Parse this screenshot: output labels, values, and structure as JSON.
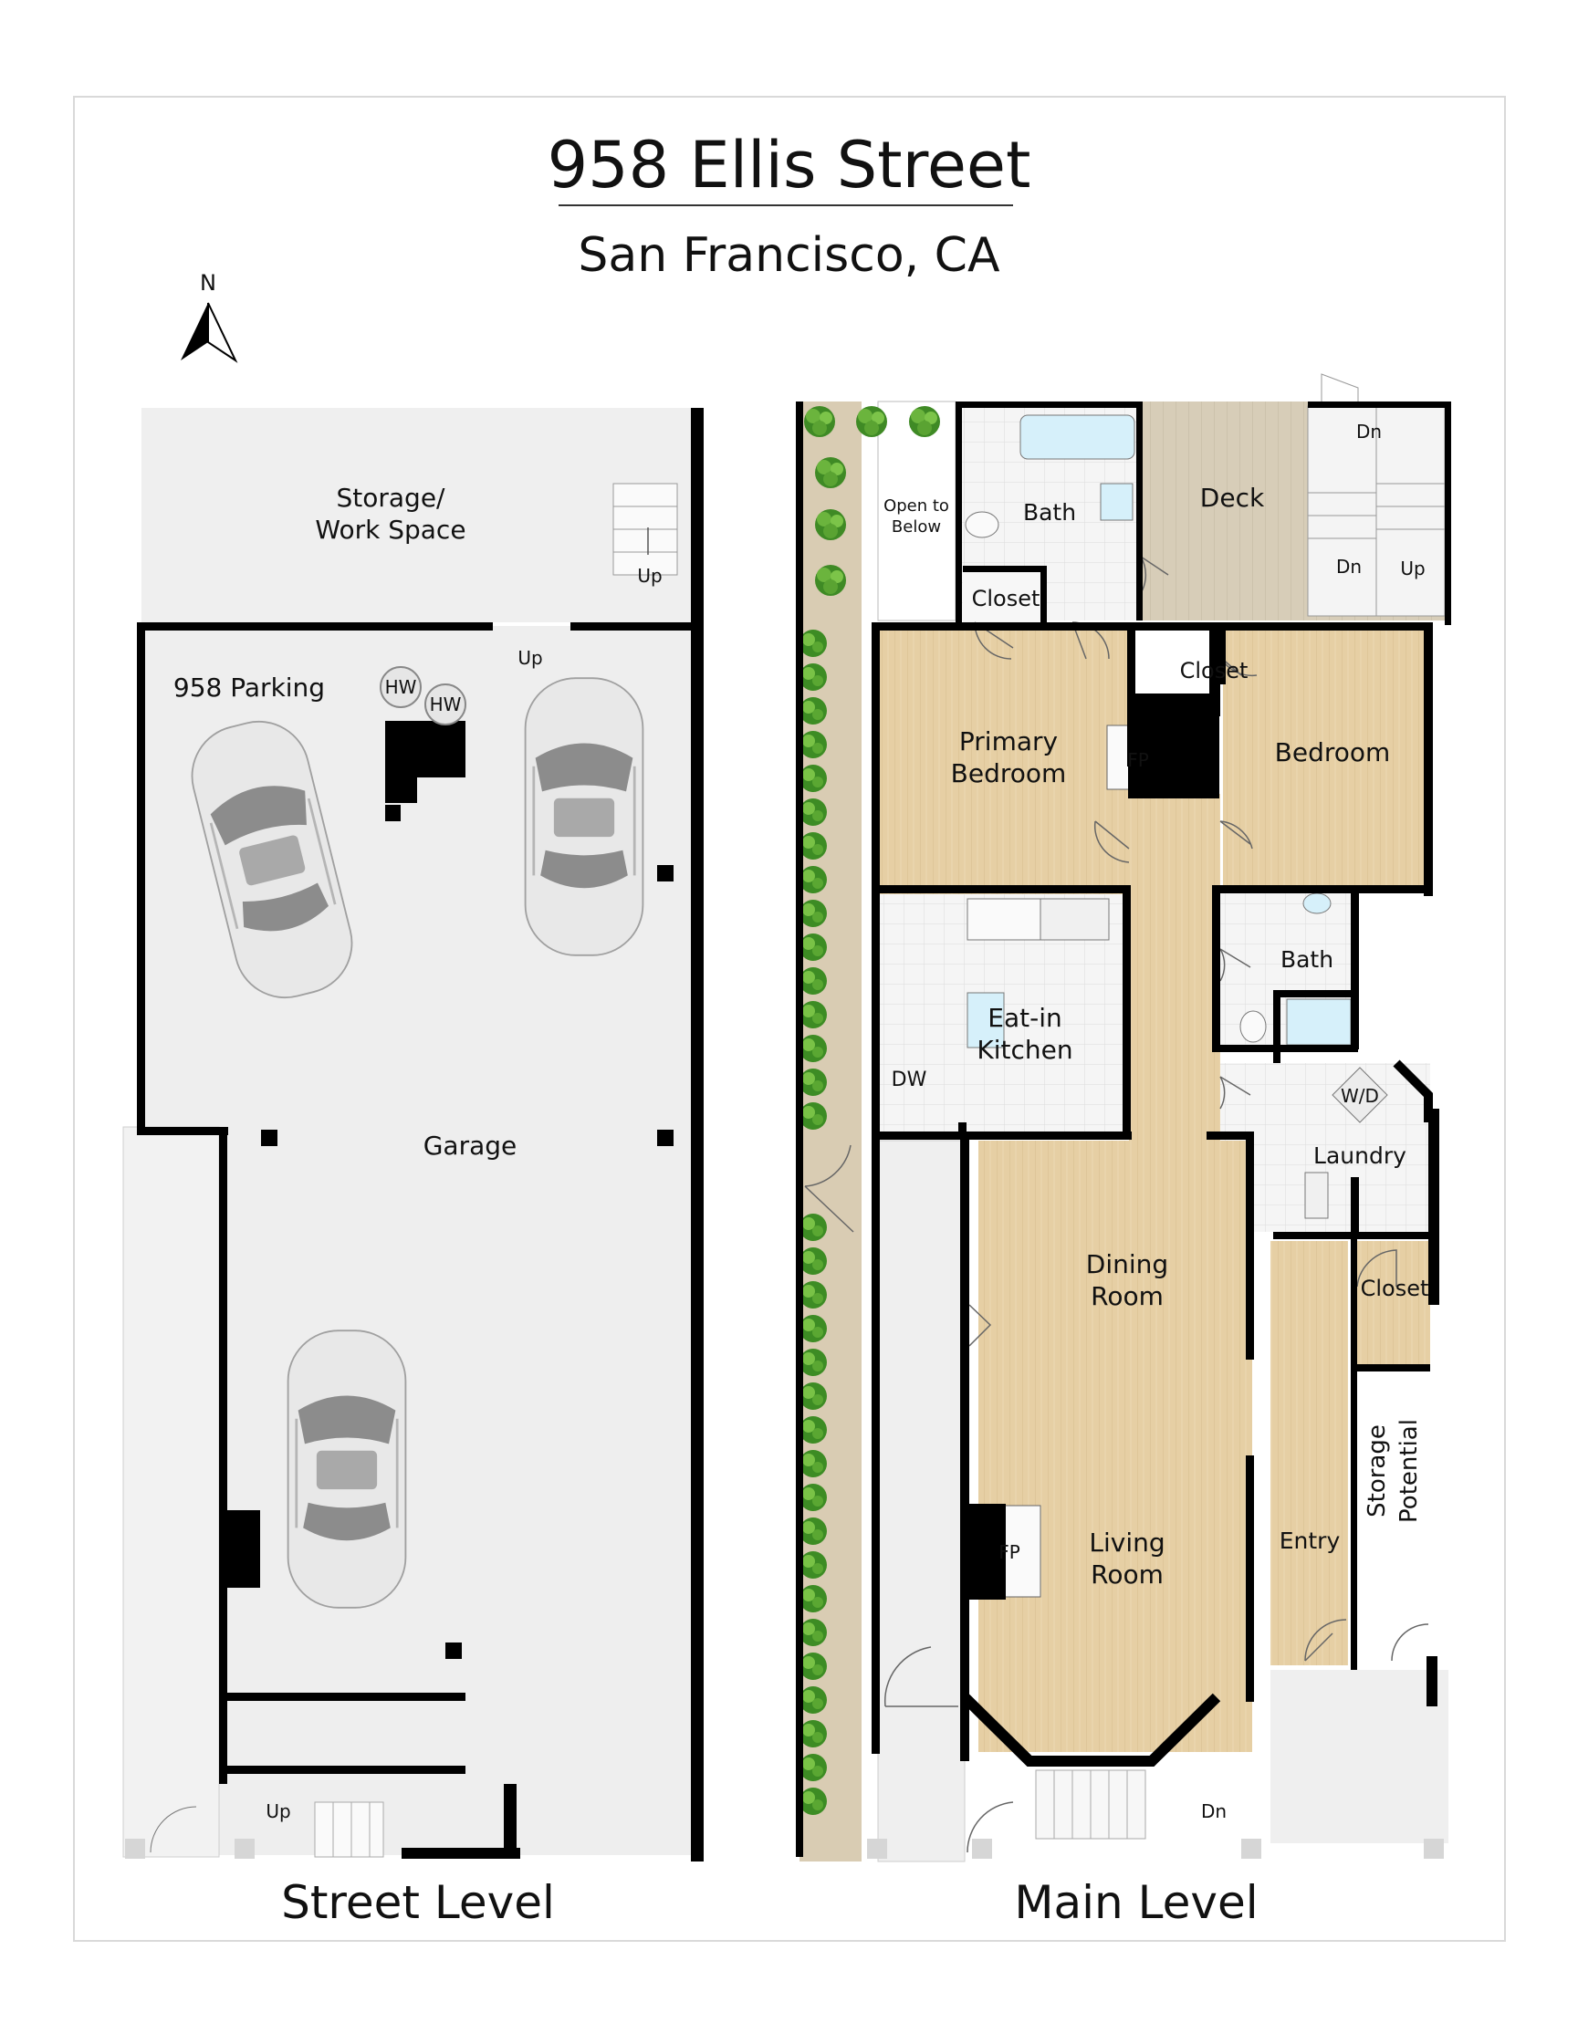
{
  "header": {
    "title": "958 Ellis Street",
    "subtitle": "San Francisco, CA",
    "north_label": "N"
  },
  "street_level": {
    "caption": "Street Level",
    "rooms": {
      "storage": "Storage/",
      "storage_line2": "Work Space",
      "parking": "958 Parking",
      "garage": "Garage"
    },
    "fixtures": {
      "hw1": "HW",
      "hw2": "HW"
    },
    "stairs": {
      "up_storage": "Up",
      "up_garage": "Up",
      "up_entry": "Up"
    }
  },
  "main_level": {
    "caption": "Main Level",
    "rooms": {
      "open_below_1": "Open to",
      "open_below_2": "Below",
      "bath_top": "Bath",
      "deck": "Deck",
      "closet_primary": "Closet",
      "closet_bedroom": "Closet",
      "primary_bedroom_1": "Primary",
      "primary_bedroom_2": "Bedroom",
      "bedroom": "Bedroom",
      "bath_mid": "Bath",
      "kitchen_1": "Eat-in",
      "kitchen_2": "Kitchen",
      "laundry": "Laundry",
      "closet_entry": "Closet",
      "dining_1": "Dining",
      "dining_2": "Room",
      "living_1": "Living",
      "living_2": "Room",
      "entry": "Entry",
      "storage_1": "Storage",
      "storage_2": "Potential"
    },
    "fixtures": {
      "fp_bedroom": "FP",
      "fp_living": "FP",
      "dw": "DW",
      "wd": "W/D"
    },
    "stairs": {
      "dn_top": "Dn",
      "dn_left": "Dn",
      "up_right": "Up",
      "dn_front": "Dn"
    }
  },
  "colors": {
    "wall": "#000000",
    "wood_floor": "#e6cfa4",
    "deck": "#d7cdb8",
    "garage_floor": "#eeeeee",
    "tile": "#f4f4f4",
    "greenery": "#4f9a2f"
  }
}
